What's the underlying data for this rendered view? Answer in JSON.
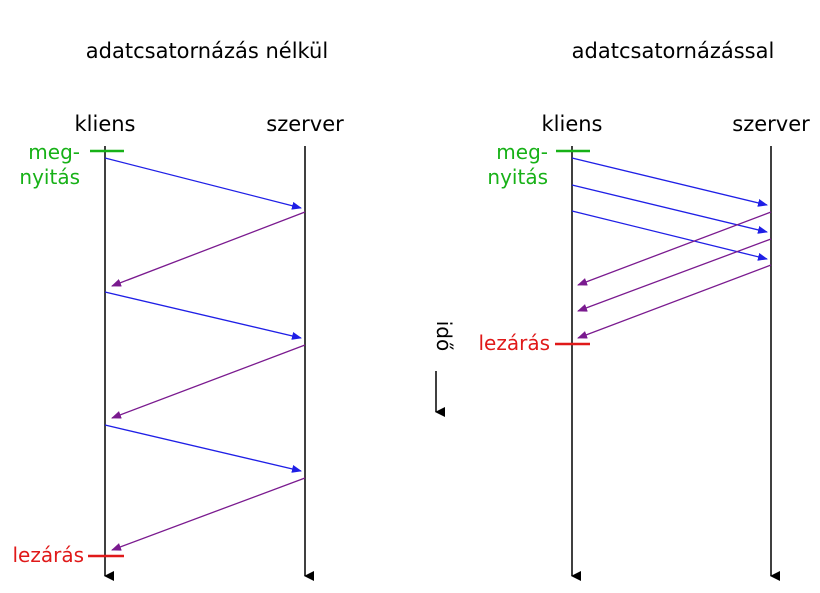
{
  "colors": {
    "line": "#000000",
    "request": "#1f1fe6",
    "response": "#7a1a8f",
    "open": "#17b117",
    "close": "#e01919"
  },
  "left": {
    "title": "adatcsatornázás nélkül",
    "client_label": "kliens",
    "server_label": "szerver",
    "open_label_1": "meg-",
    "open_label_2": "nyitás",
    "close_label": "lezárás"
  },
  "right": {
    "title": "adatcsatornázással",
    "client_label": "kliens",
    "server_label": "szerver",
    "open_label_1": "meg-",
    "open_label_2": "nyitás",
    "close_label": "lezárás"
  },
  "time_label": "idő"
}
